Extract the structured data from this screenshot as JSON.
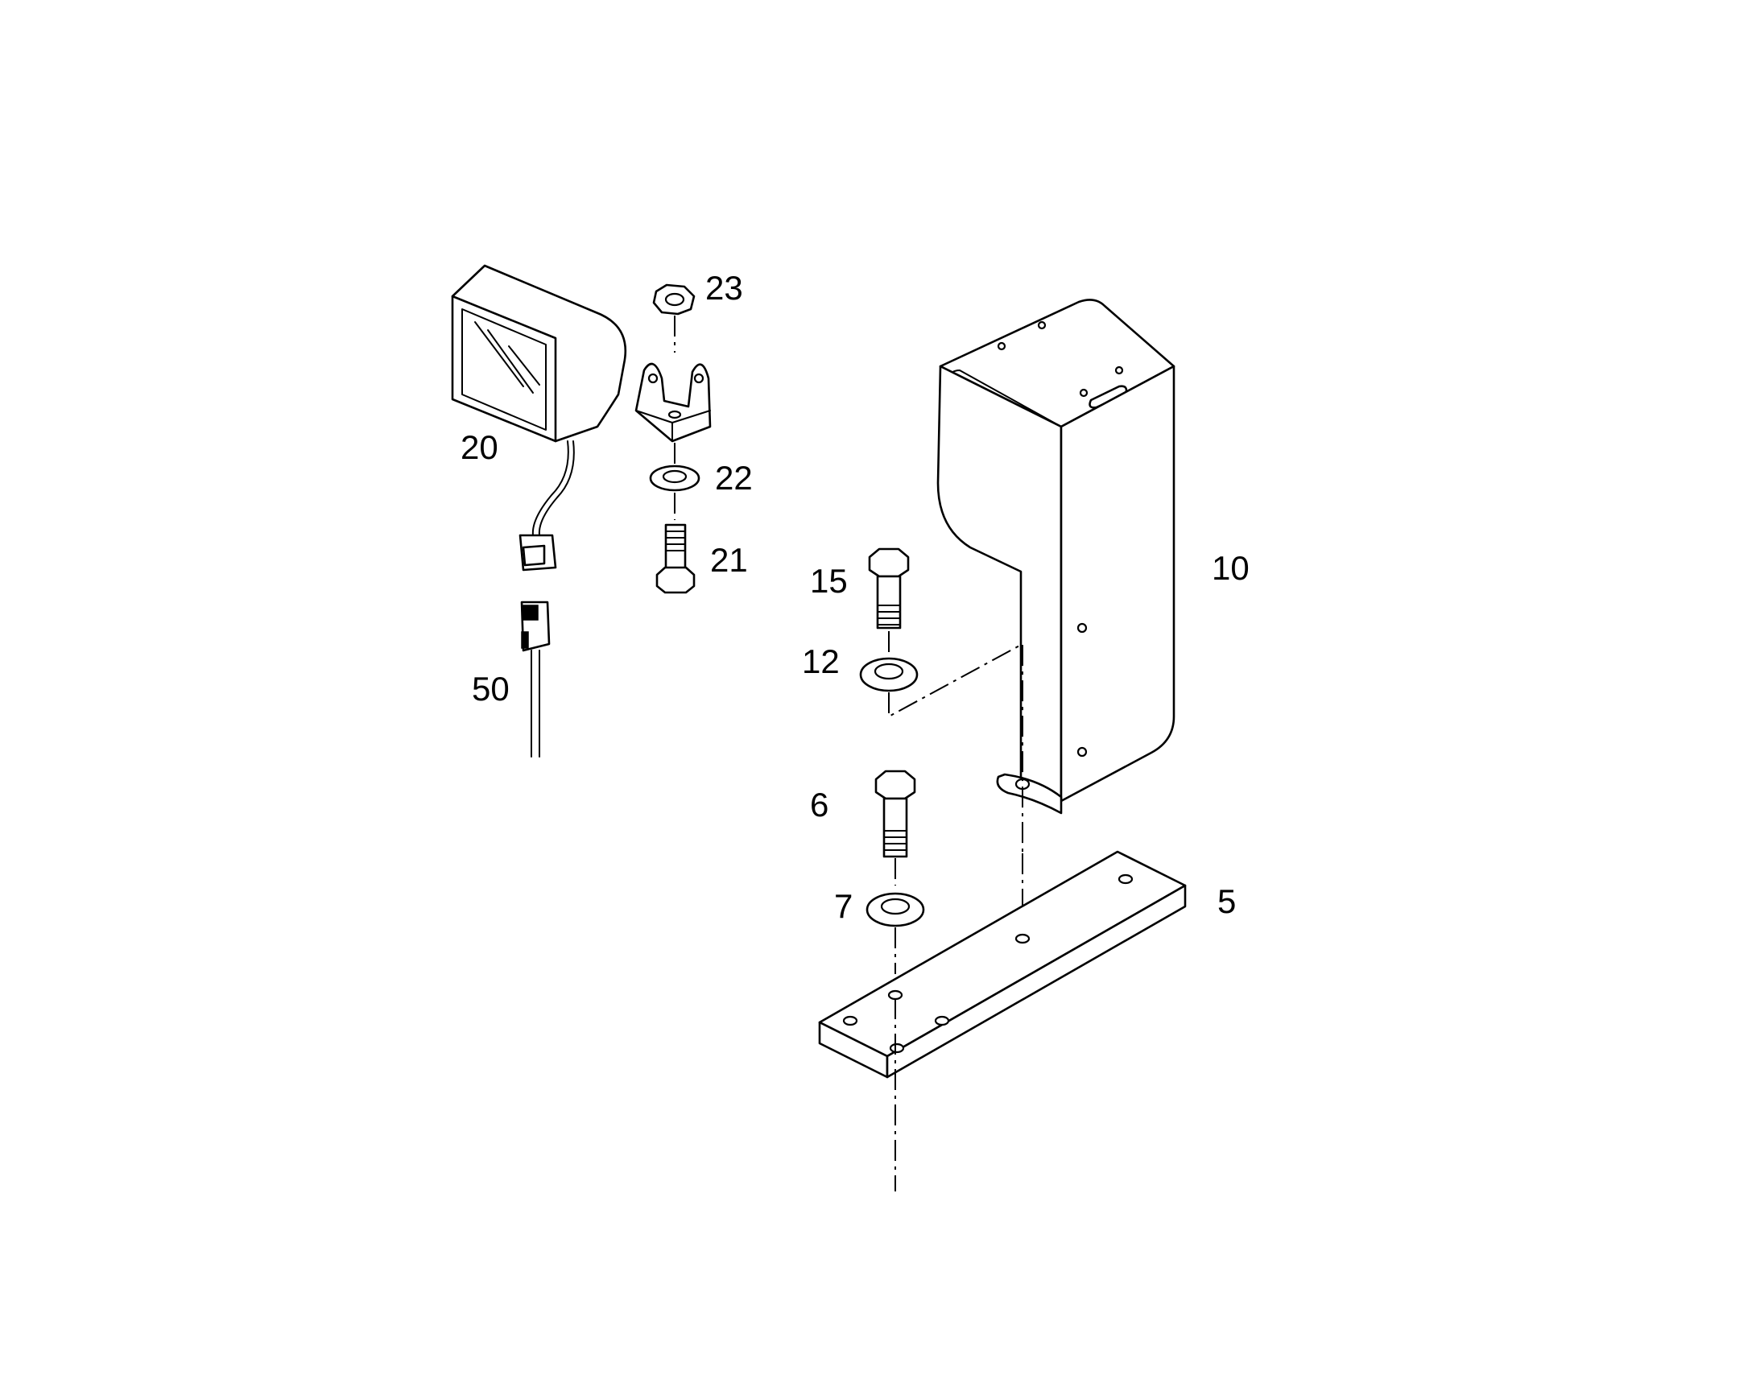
{
  "callouts": {
    "p5": "5",
    "p6": "6",
    "p7": "7",
    "p10": "10",
    "p12": "12",
    "p15": "15",
    "p20": "20",
    "p21": "21",
    "p22": "22",
    "p23": "23",
    "p50": "50"
  }
}
